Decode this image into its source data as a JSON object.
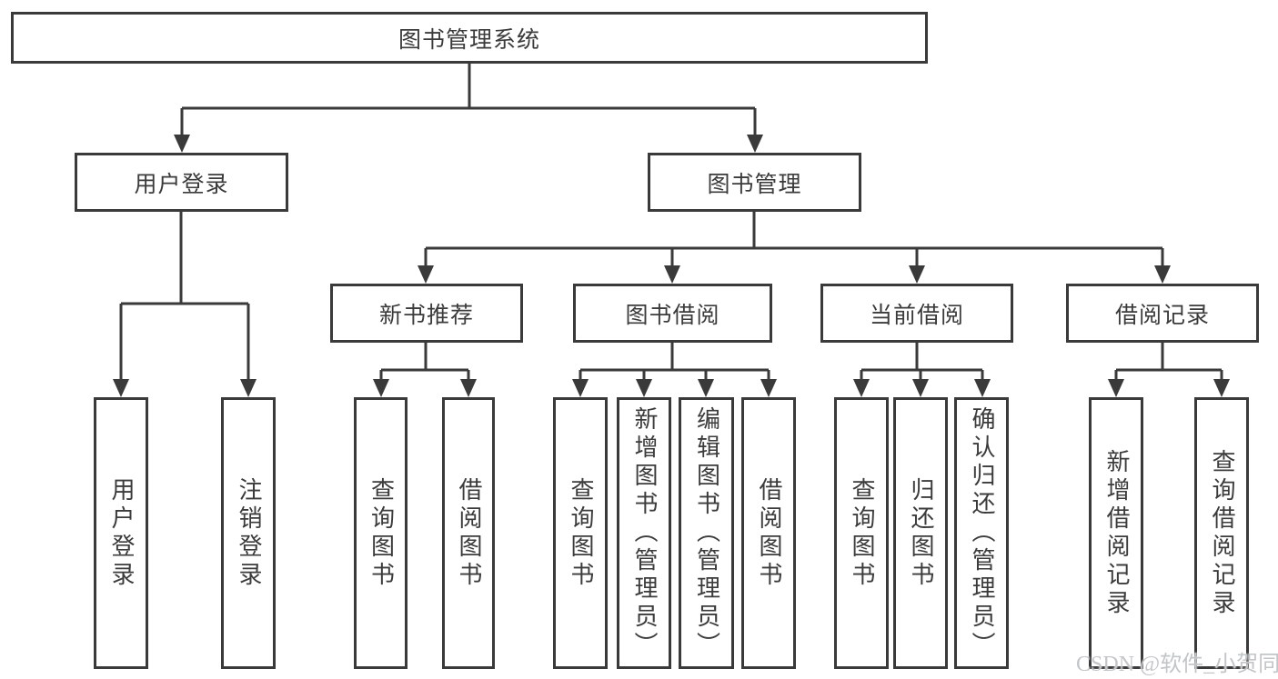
{
  "diagram": {
    "root": {
      "label": "图书管理系统",
      "children": [
        {
          "label": "用户登录",
          "children": [
            {
              "label": "用户登录"
            },
            {
              "label": "注销登录"
            }
          ]
        },
        {
          "label": "图书管理",
          "children": [
            {
              "label": "新书推荐",
              "children": [
                {
                  "label": "查询图书"
                },
                {
                  "label": "借阅图书"
                }
              ]
            },
            {
              "label": "图书借阅",
              "children": [
                {
                  "label": "查询图书"
                },
                {
                  "label": "新增图书（管理员）"
                },
                {
                  "label": "编辑图书（管理员）"
                },
                {
                  "label": "借阅图书"
                }
              ]
            },
            {
              "label": "当前借阅",
              "children": [
                {
                  "label": "查询图书"
                },
                {
                  "label": "归还图书"
                },
                {
                  "label": "确认归还（管理员）"
                }
              ]
            },
            {
              "label": "借阅记录",
              "children": [
                {
                  "label": "新增借阅记录"
                },
                {
                  "label": "查询借阅记录"
                }
              ]
            }
          ]
        }
      ]
    },
    "colors": {
      "line": "#3a3a3a",
      "text": "#3b3b3b",
      "background": "#ffffff",
      "watermark": "#c3c6c9"
    }
  },
  "watermark": {
    "text": "CSDN @软件_小贺同学"
  }
}
